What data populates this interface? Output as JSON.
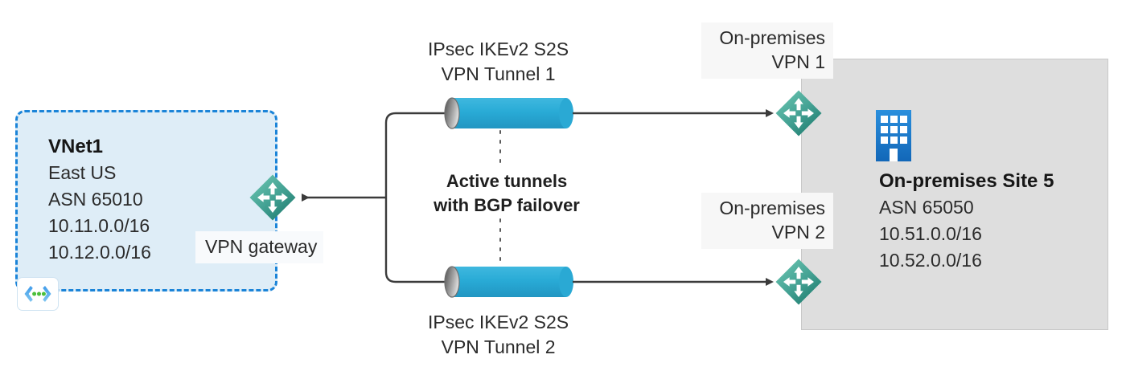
{
  "diagram": {
    "title": "Azure VPN Gateway active-active site-to-site with BGP failover",
    "colors": {
      "vnet_fill": "#deedf7",
      "vnet_border": "#1b84d8",
      "onprem_fill": "#dedede",
      "onprem_border": "#c8c8c8",
      "tunnel_blue": "#29abd6",
      "tunnel_cap_grey": "#8a8a8a",
      "gateway_teal_light": "#63c2b0",
      "gateway_teal_dark": "#1f7a6e",
      "building_blue": "#1b7fd4",
      "connector_line": "#3b3b3b",
      "text_dark": "#2b2b2b"
    }
  },
  "vnet": {
    "name": "VNet1",
    "region": "East US",
    "asn": "ASN 65010",
    "prefixes": [
      "10.11.0.0/16",
      "10.12.0.0/16"
    ],
    "badge_icon": "virtual-network-icon",
    "gateway_label": "VPN gateway",
    "gateway_icon": "vpn-gateway-icon"
  },
  "tunnels": [
    {
      "id": "tunnel-1",
      "label_line1": "IPsec IKEv2 S2S",
      "label_line2": "VPN Tunnel 1",
      "icon": "tunnel-cylinder-icon"
    },
    {
      "id": "tunnel-2",
      "label_line1": "IPsec IKEv2 S2S",
      "label_line2": "VPN Tunnel 2",
      "icon": "tunnel-cylinder-icon"
    }
  ],
  "center_note": {
    "line1": "Active tunnels",
    "line2": "with BGP failover"
  },
  "onprem_devices": [
    {
      "id": "onprem-vpn-1",
      "label_line1": "On-premises",
      "label_line2": "VPN 1",
      "icon": "vpn-device-icon"
    },
    {
      "id": "onprem-vpn-2",
      "label_line1": "On-premises",
      "label_line2": "VPN 2",
      "icon": "vpn-device-icon"
    }
  ],
  "onprem_site": {
    "name": "On-premises Site 5",
    "asn": "ASN 65050",
    "prefixes": [
      "10.51.0.0/16",
      "10.52.0.0/16"
    ],
    "icon": "building-icon"
  }
}
